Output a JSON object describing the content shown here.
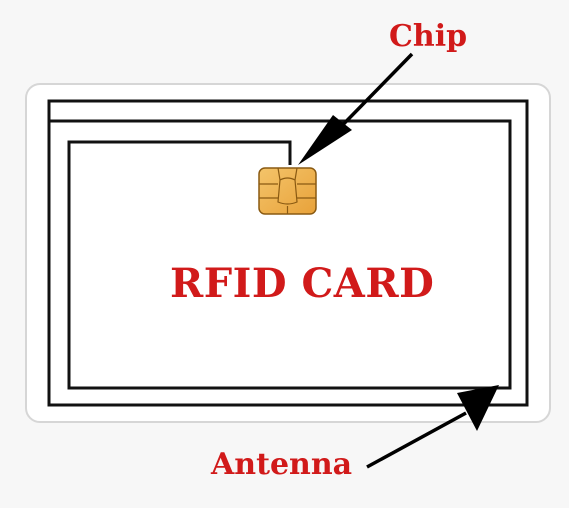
{
  "diagram": {
    "title": "RFID CARD",
    "labels": {
      "chip": "Chip",
      "antenna": "Antenna"
    },
    "components": [
      "card-body",
      "antenna-coil",
      "chip-contact-pad"
    ],
    "colors": {
      "background": "#f7f7f7",
      "card_fill": "#ffffff",
      "card_border": "#d6d6d6",
      "antenna_line": "#111111",
      "label_text": "#d11a1a",
      "arrow": "#000000",
      "chip_gold": "#e8a23a",
      "chip_gold_light": "#f4c46a",
      "chip_outline": "#8a5a12"
    }
  }
}
